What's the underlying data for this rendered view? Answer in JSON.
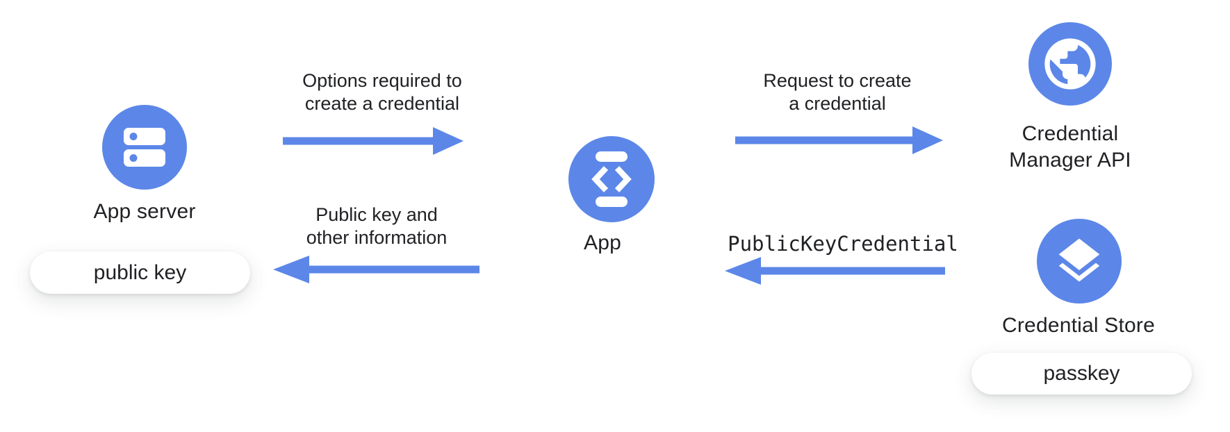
{
  "diagram": {
    "colors": {
      "accent_blue": "#5c87e8",
      "text_dark": "#202124",
      "badge_bg": "#ffffff",
      "background": "#ffffff"
    },
    "nodes": {
      "app_server": {
        "label": "App server",
        "icon": "server-icon",
        "badge": "public key"
      },
      "app": {
        "label": "App",
        "icon": "phone-code-icon"
      },
      "credential_manager_api": {
        "label_line1": "Credential",
        "label_line2": "Manager API",
        "icon": "globe-icon"
      },
      "credential_store": {
        "label": "Credential Store",
        "icon": "layers-icon",
        "badge": "passkey"
      }
    },
    "arrows": {
      "options": {
        "from": "App server",
        "to": "App",
        "direction": "right",
        "label_line1": "Options required to",
        "label_line2": "create a credential"
      },
      "request": {
        "from": "App",
        "to": "Credential Manager API",
        "direction": "right",
        "label_line1": "Request to create",
        "label_line2": "a credential"
      },
      "public_key_credential": {
        "from": "Credential Store",
        "to": "App",
        "direction": "left",
        "label": "PublicKeyCredential",
        "label_style": "monospace"
      },
      "public_key_info": {
        "from": "App",
        "to": "App server",
        "direction": "left",
        "label_line1": "Public key and",
        "label_line2": "other information"
      }
    }
  }
}
